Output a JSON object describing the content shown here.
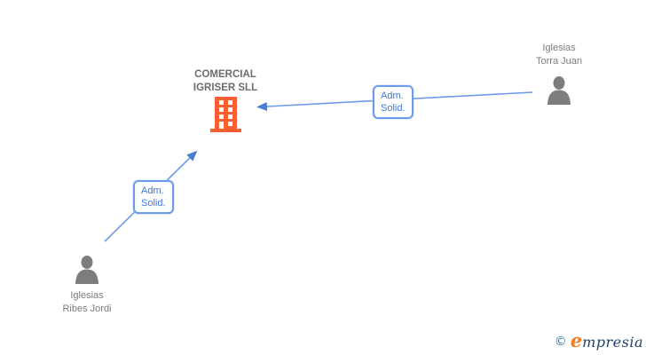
{
  "diagram": {
    "company": {
      "name_line1": "COMERCIAL",
      "name_line2": "IGRISER SLL",
      "icon": "building-icon"
    },
    "persons": [
      {
        "name_line1": "Iglesias",
        "name_line2": "Torra Juan",
        "icon": "person-icon"
      },
      {
        "name_line1": "Iglesias",
        "name_line2": "Ribes Jordi",
        "icon": "person-icon"
      }
    ],
    "edges": [
      {
        "from": "Iglesias Torra Juan",
        "to": "COMERCIAL IGRISER SLL",
        "label_line1": "Adm.",
        "label_line2": "Solid."
      },
      {
        "from": "Iglesias Ribes Jordi",
        "to": "COMERCIAL IGRISER SLL",
        "label_line1": "Adm.",
        "label_line2": "Solid."
      }
    ]
  },
  "footer": {
    "copyright_symbol": "©",
    "brand_initial": "e",
    "brand_rest": "mpresia"
  },
  "colors": {
    "building_orange": "#f95f30",
    "person_gray": "#7d7d7d",
    "edge_blue": "#6d9bea",
    "arrowhead_blue": "#4a7ed1",
    "edge_label_border": "#6c9bee",
    "edge_label_text": "#3d78e0",
    "name_text_gray": "#7b7b7b",
    "company_text_gray": "#6d6d6d",
    "logo_orange": "#f47b20",
    "logo_navy": "#1d4066",
    "logo_copyright_blue": "#2e74a8"
  }
}
